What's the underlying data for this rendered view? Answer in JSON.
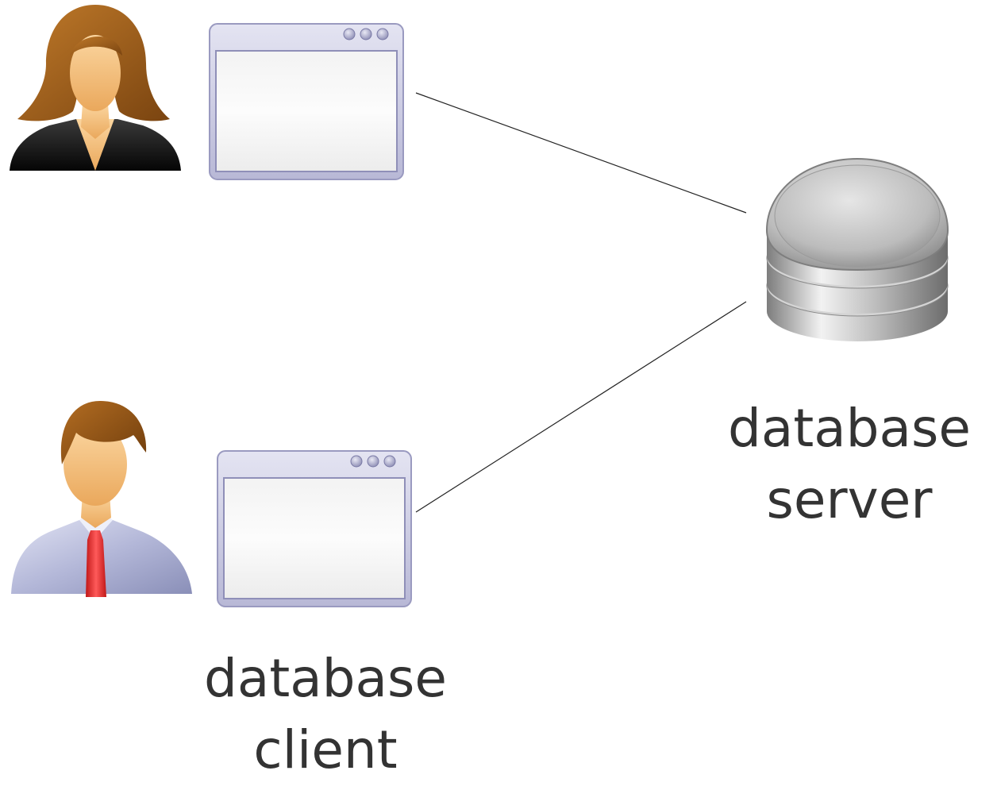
{
  "labels": {
    "server": {
      "line1": "database",
      "line2": "server"
    },
    "client": {
      "line1": "database",
      "line2": "client"
    }
  },
  "colors": {
    "text": "#333333",
    "connector": "#222222",
    "window_frame": "#b9b9d6",
    "window_border": "#9a9ac0",
    "server_silver": "#c8c8c8",
    "woman_hair": "#a8651c",
    "woman_jacket": "#111111",
    "man_hair": "#9a5a18",
    "man_shirt": "#a9aed0",
    "man_tie": "#e02a2a",
    "skin": "#f6c17c"
  },
  "icons": {
    "user_female": "user-female-icon",
    "user_male": "user-male-icon",
    "client_window": "application-window-icon",
    "server": "database-server-icon"
  }
}
